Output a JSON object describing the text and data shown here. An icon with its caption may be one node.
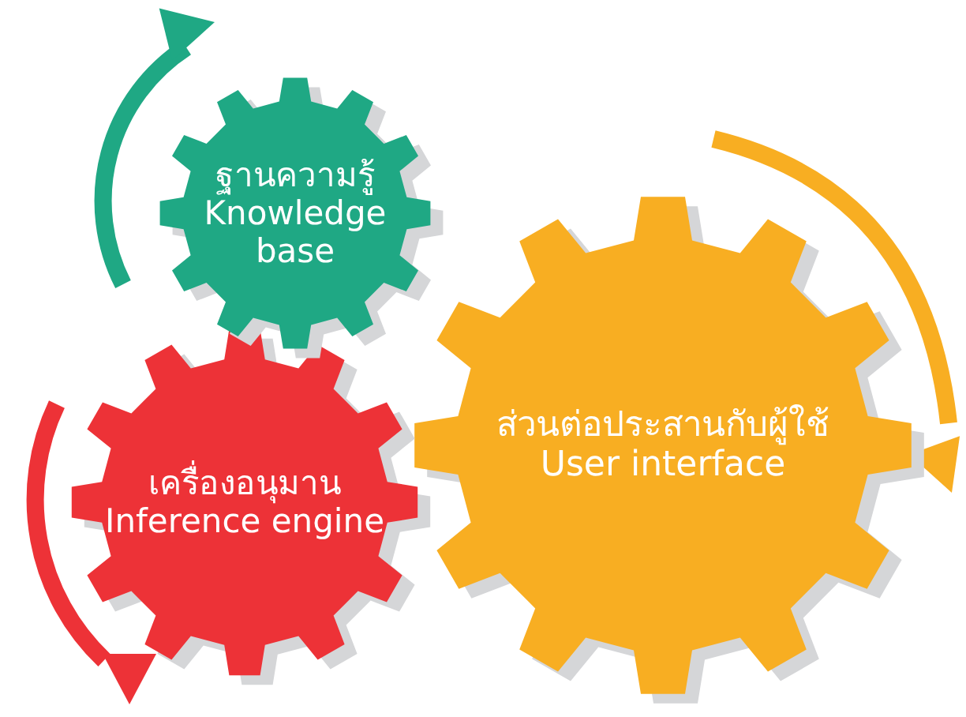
{
  "diagram": {
    "nodes": [
      {
        "text": [
          "ฐานความรู้",
          "Knowledge base"
        ]
      },
      {
        "text": [
          "ส่วนต่อประสานกับผู้ใช้",
          "User interface"
        ]
      },
      {
        "text": [
          "เครื่องอนุมาน",
          "Inference engine"
        ]
      }
    ]
  }
}
